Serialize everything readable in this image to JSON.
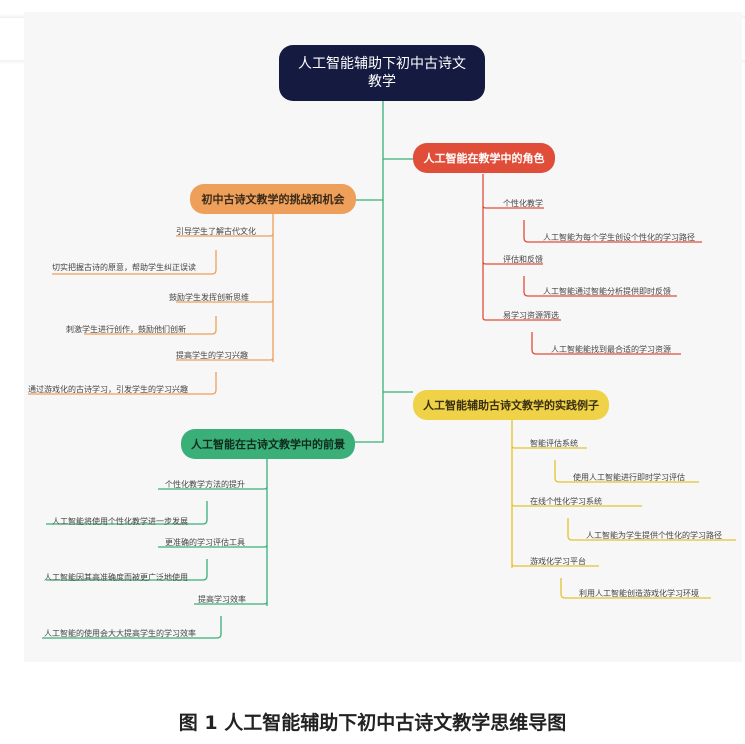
{
  "colors": {
    "root": "#151a40",
    "roles": "#e04e3a",
    "challenges": "#eea05a",
    "practice": "#efd247",
    "prospects": "#3ab078"
  },
  "root": {
    "label": "人工智能辅助下初中古诗文教学"
  },
  "branches": {
    "roles": {
      "label": "人工智能在教学中的角色",
      "items": [
        {
          "label": "个性化教学",
          "detail": "人工智能为每个学生创设个性化的学习路径"
        },
        {
          "label": "评估和反馈",
          "detail": "人工智能通过智能分析提供即时反馈"
        },
        {
          "label": "易学习资源筛选",
          "detail": "人工智能能找到最合适的学习资源"
        }
      ]
    },
    "challenges": {
      "label": "初中古诗文教学的挑战和机会",
      "items": [
        {
          "label": "引导学生了解古代文化",
          "detail": "切实把握古诗的原意，帮助学生纠正误读"
        },
        {
          "label": "鼓励学生发挥创新思维",
          "detail": "刺激学生进行创作，鼓励他们创新"
        },
        {
          "label": "提高学生的学习兴趣",
          "detail": "通过游戏化的古诗学习，引发学生的学习兴趣"
        }
      ]
    },
    "practice": {
      "label": "人工智能辅助古诗文教学的实践例子",
      "items": [
        {
          "label": "智能评估系统",
          "detail": "使用人工智能进行即时学习评估"
        },
        {
          "label": "在线个性化学习系统",
          "detail": "人工智能为学生提供个性化的学习路径"
        },
        {
          "label": "游戏化学习平台",
          "detail": "利用人工智能创造游戏化学习环境"
        }
      ]
    },
    "prospects": {
      "label": "人工智能在古诗文教学中的前景",
      "items": [
        {
          "label": "个性化教学方法的提升",
          "detail": "人工智能将使用个性化教学进一步发展"
        },
        {
          "label": "更准确的学习评估工具",
          "detail": "人工智能因其高准确度而被更广泛地使用"
        },
        {
          "label": "提高学习效率",
          "detail": "人工智能的使用会大大提高学生的学习效率"
        }
      ]
    }
  },
  "caption": "图 1 人工智能辅助下初中古诗文教学思维导图"
}
